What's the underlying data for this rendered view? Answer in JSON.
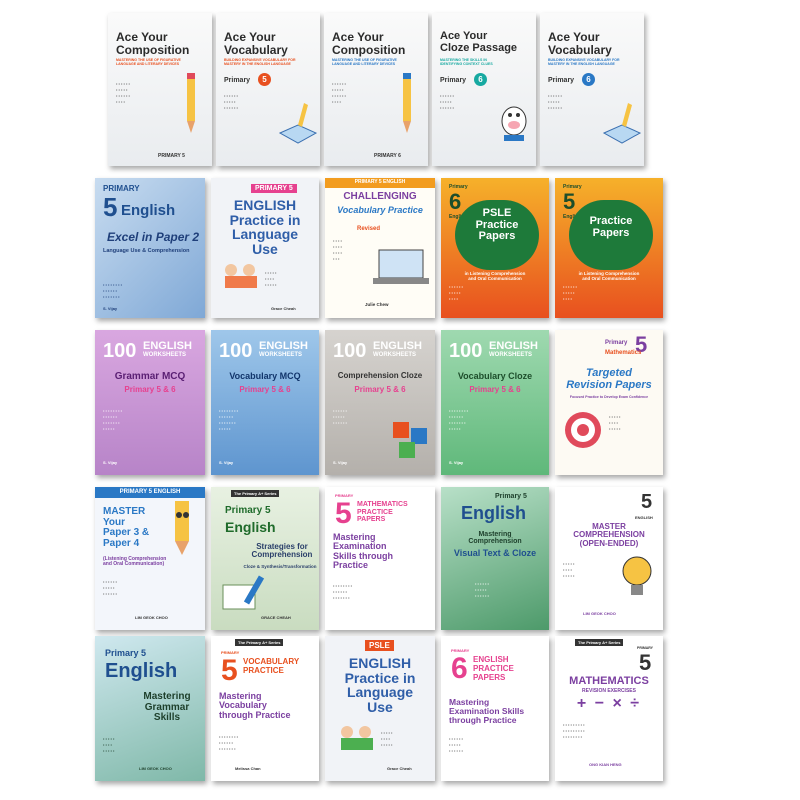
{
  "row1": {
    "b1": {
      "title": "Ace Your\nComposition",
      "sub": "MASTERING THE USE OF FIGURATIVE\nLANGUAGE AND LITERARY DEVICES",
      "level": "PRIMARY 5"
    },
    "b2": {
      "title": "Ace Your\nVocabulary",
      "sub": "BUILDING EXPANSIVE VOCABULARY FOR\nMASTERY IN THE ENGLISH LANGUAGE",
      "level_word": "Primary",
      "level_num": "5"
    },
    "b3": {
      "title": "Ace Your\nComposition",
      "sub": "MASTERING THE USE OF FIGURATIVE\nLANGUAGE AND LITERARY DEVICES",
      "level": "PRIMARY 6"
    },
    "b4": {
      "title": "Ace Your\nCloze Passage",
      "sub": "MASTERING THE SKILLS IN\nIDENTIFYING CONTEXT CLUES",
      "level_word": "Primary",
      "level_num": "6"
    },
    "b5": {
      "title": "Ace Your\nVocabulary",
      "sub": "BUILDING EXPANSIVE VOCABULARY FOR\nMASTERY IN THE ENGLISH LANGUAGE",
      "level_word": "Primary",
      "level_num": "6"
    }
  },
  "row2": {
    "b1": {
      "primary": "PRIMARY",
      "num": "5",
      "subject": "English",
      "title": "Excel in Paper 2",
      "sub": "Language Use & Comprehension",
      "author": "S. Vijay"
    },
    "b2": {
      "banner": "PRIMARY 5",
      "title": "ENGLISH\nPractice in\nLanguage\nUse",
      "author": "Grace Cheah"
    },
    "b3": {
      "banner": "PRIMARY 5 ENGLISH",
      "head": "CHALLENGING",
      "title": "Vocabulary Practice",
      "badge": "Revised",
      "author": "Julie Chew"
    },
    "b4": {
      "primary": "Primary",
      "num": "6",
      "subject": "English",
      "title": "PSLE\nPractice\nPapers",
      "sub": "in Listening Comprehension\nand Oral Communication"
    },
    "b5": {
      "primary": "Primary",
      "num": "5",
      "subject": "English",
      "title": "Practice\nPapers",
      "sub": "in Listening Comprehension\nand Oral Communication"
    }
  },
  "row3": {
    "b1": {
      "num": "100",
      "head": "ENGLISH",
      "head2": "WORKSHEETS",
      "title": "Grammar MCQ",
      "level": "Primary 5 & 6",
      "author": "S. Vijay"
    },
    "b2": {
      "num": "100",
      "head": "ENGLISH",
      "head2": "WORKSHEETS",
      "title": "Vocabulary MCQ",
      "level": "Primary 5 & 6",
      "author": "S. Vijay"
    },
    "b3": {
      "num": "100",
      "head": "ENGLISH",
      "head2": "WORKSHEETS",
      "title": "Comprehension Cloze",
      "level": "Primary 5 & 6",
      "author": "S. Vijay"
    },
    "b4": {
      "num": "100",
      "head": "ENGLISH",
      "head2": "WORKSHEETS",
      "title": "Vocabulary Cloze",
      "level": "Primary 5 & 6",
      "author": "S. Vijay"
    },
    "b5": {
      "primary": "Primary",
      "num": "5",
      "subject": "Mathematics",
      "title": "Targeted\nRevision Papers",
      "sub": "Focused Practice to Develop Exam Confidence"
    }
  },
  "row4": {
    "b1": {
      "banner": "PRIMARY 5 ENGLISH",
      "title": "MASTER\nYour\nPaper 3 &\nPaper 4",
      "sub": "(Listening Comprehension\nand Oral Communication)",
      "author": "LIM GEOK CHOO"
    },
    "b2": {
      "series": "The Primary A+ Series",
      "primary": "Primary 5",
      "subject": "English",
      "title": "Strategies for\nComprehension",
      "sub": "Cloze & Synthesis/Transformation",
      "author": "GRACE CHEAH"
    },
    "b3": {
      "primary": "PRIMARY",
      "num": "5",
      "head": "MATHEMATICS\nPRACTICE\nPAPERS",
      "title": "Mastering\nExamination\nSkills through\nPractice"
    },
    "b4": {
      "primary": "Primary 5",
      "subject": "English",
      "title": "Mastering\nComprehension",
      "sub": "Visual Text & Cloze"
    },
    "b5": {
      "num": "5",
      "subject": "ENGLISH",
      "title": "MASTER\nCOMPREHENSION\n(OPEN-ENDED)",
      "author": "LIM GEOK CHOO"
    }
  },
  "row5": {
    "b1": {
      "primary": "Primary 5",
      "subject": "English",
      "title": "Mastering\nGrammar\nSkills",
      "author": "LIM GEOK CHOO"
    },
    "b2": {
      "series": "The Primary A+ Series",
      "primary": "PRIMARY",
      "num": "5",
      "head": "VOCABULARY\nPRACTICE",
      "title": "Mastering\nVocabulary\nthrough Practice",
      "author": "Melissa Chan"
    },
    "b3": {
      "badge": "PSLE",
      "title": "ENGLISH\nPractice in\nLanguage\nUse",
      "author": "Grace Cheah"
    },
    "b4": {
      "primary": "PRIMARY",
      "num": "6",
      "head": "ENGLISH\nPRACTICE\nPAPERS",
      "title": "Mastering\nExamination Skills\nthrough Practice"
    },
    "b5": {
      "series": "The Primary A+ Series",
      "primary": "PRIMARY",
      "num": "5",
      "subject": "MATHEMATICS",
      "sub": "REVISION EXERCISES",
      "ops": "+ − × ÷",
      "author": "ONG KIAN HENG"
    }
  },
  "colors": {
    "orange": "#e8501f",
    "blue": "#2a78c5",
    "green": "#4caf50",
    "purple": "#7b3fa0",
    "pink": "#e6418f",
    "teal": "#17a9a1"
  }
}
